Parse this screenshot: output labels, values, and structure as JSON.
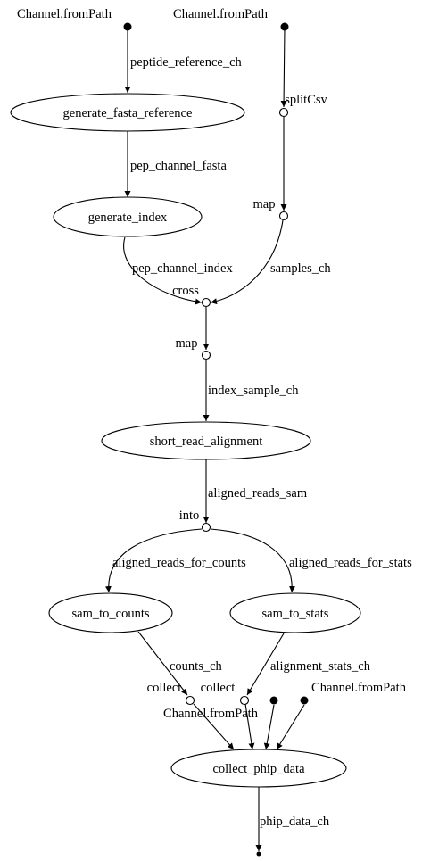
{
  "sources": {
    "channel_from_path_1": "Channel.fromPath",
    "channel_from_path_2": "Channel.fromPath",
    "channel_from_path_3": "Channel.fromPath",
    "channel_from_path_4": "Channel.fromPath"
  },
  "processes": {
    "generate_fasta_reference": "generate_fasta_reference",
    "generate_index": "generate_index",
    "short_read_alignment": "short_read_alignment",
    "sam_to_counts": "sam_to_counts",
    "sam_to_stats": "sam_to_stats",
    "collect_phip_data": "collect_phip_data"
  },
  "operators": {
    "splitCsv": "splitCsv",
    "map_1": "map",
    "cross": "cross",
    "map_2": "map",
    "into": "into",
    "collect_1": "collect",
    "collect_2": "collect"
  },
  "edges": {
    "peptide_reference_ch": "peptide_reference_ch",
    "pep_channel_fasta": "pep_channel_fasta",
    "pep_channel_index": "pep_channel_index",
    "samples_ch": "samples_ch",
    "index_sample_ch": "index_sample_ch",
    "aligned_reads_sam": "aligned_reads_sam",
    "aligned_reads_for_counts": "aligned_reads_for_counts",
    "aligned_reads_for_stats": "aligned_reads_for_stats",
    "counts_ch": "counts_ch",
    "alignment_stats_ch": "alignment_stats_ch",
    "phip_data_ch": "phip_data_ch"
  }
}
